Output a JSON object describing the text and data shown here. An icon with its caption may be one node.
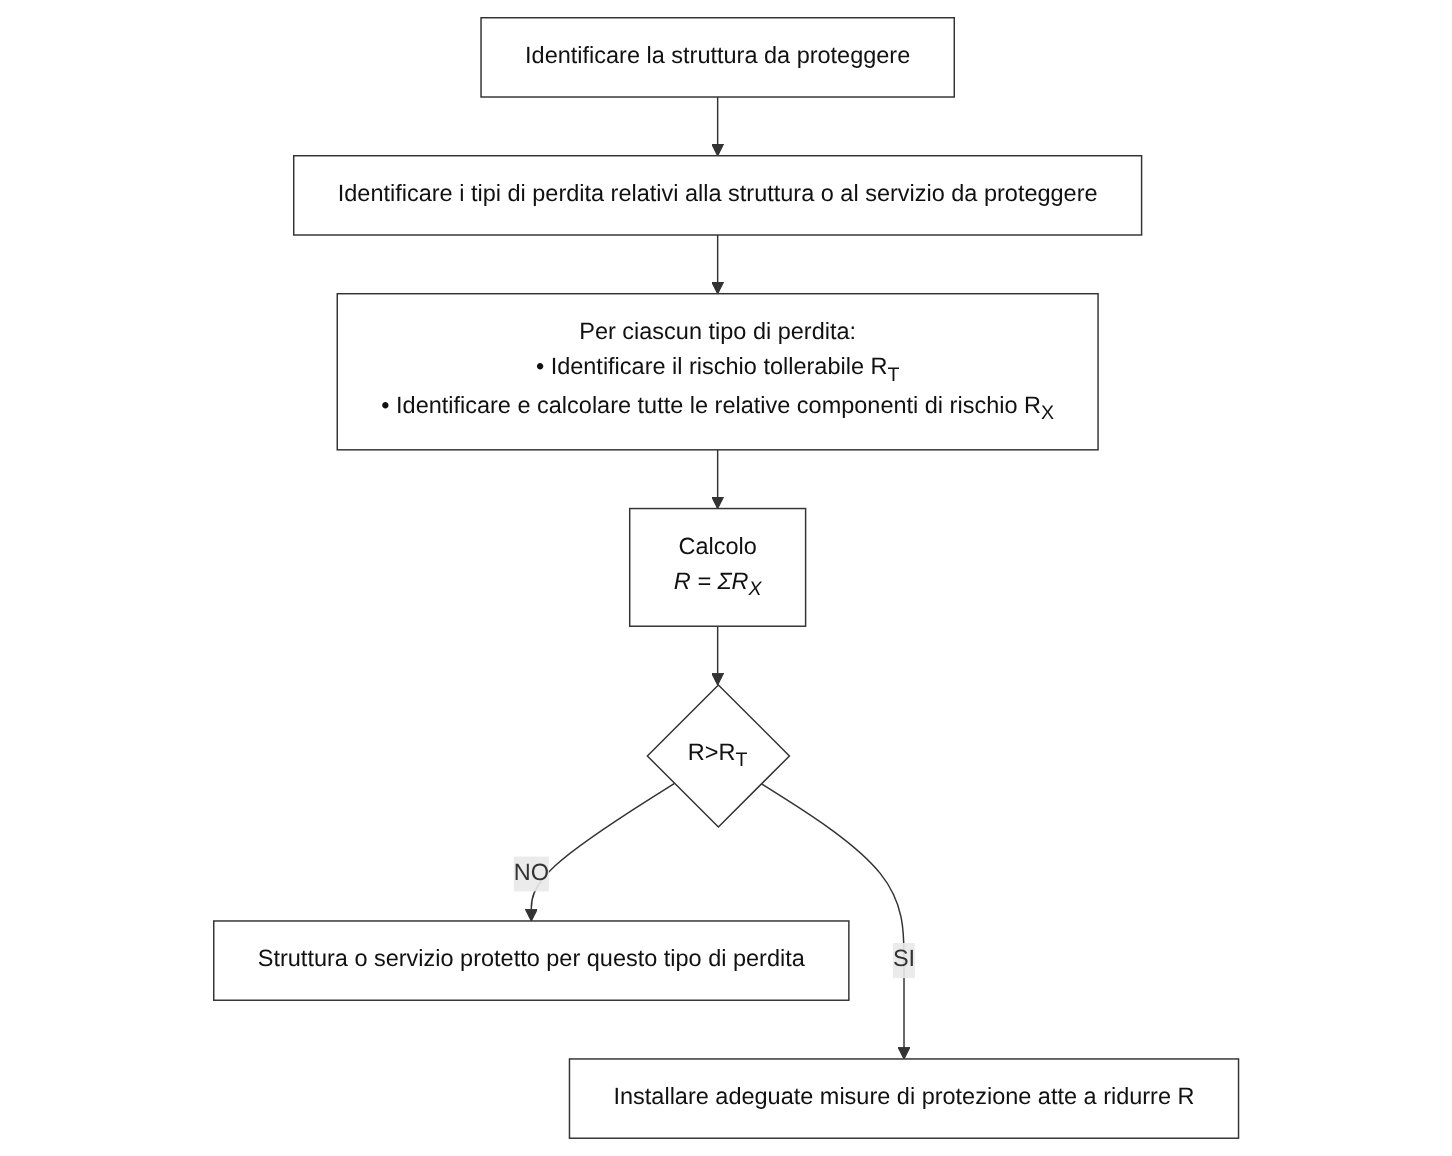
{
  "diagram": {
    "nodes": [
      {
        "text": [
          "Identificare la struttura da proteggere"
        ]
      },
      {
        "text": [
          "Identificare i tipi di perdita relativi alla struttura o al servizio da proteggere"
        ]
      },
      {
        "text": [
          "Per ciascun tipo di perdita:",
          "• Identificare il rischio tollerabile R$_{T}$",
          "• Identificare e calcolare tutte le relative componenti di rischio R$_{X}$"
        ]
      },
      {
        "text": [
          "Calcolo",
          "R = ΣR$_{X}$"
        ]
      },
      {
        "text": [
          "R>R$_{T}$"
        ]
      },
      {
        "text": [
          "Struttura o servizio protetto per questo tipo di perdita"
        ]
      },
      {
        "text": [
          "Installare adeguate misure di protezione atte a ridurre R"
        ]
      }
    ],
    "edges": [
      {
        "from": 0,
        "to": 1,
        "arrow": "to"
      },
      {
        "from": 1,
        "to": 2,
        "arrow": "to"
      },
      {
        "from": 2,
        "to": 3,
        "arrow": "to"
      },
      {
        "from": 3,
        "to": 4,
        "arrow": "to"
      },
      {
        "from": 4,
        "to": 5,
        "arrow": "to",
        "label": "NO"
      },
      {
        "from": 4,
        "to": 6,
        "arrow": "to",
        "label": "SI"
      }
    ]
  }
}
